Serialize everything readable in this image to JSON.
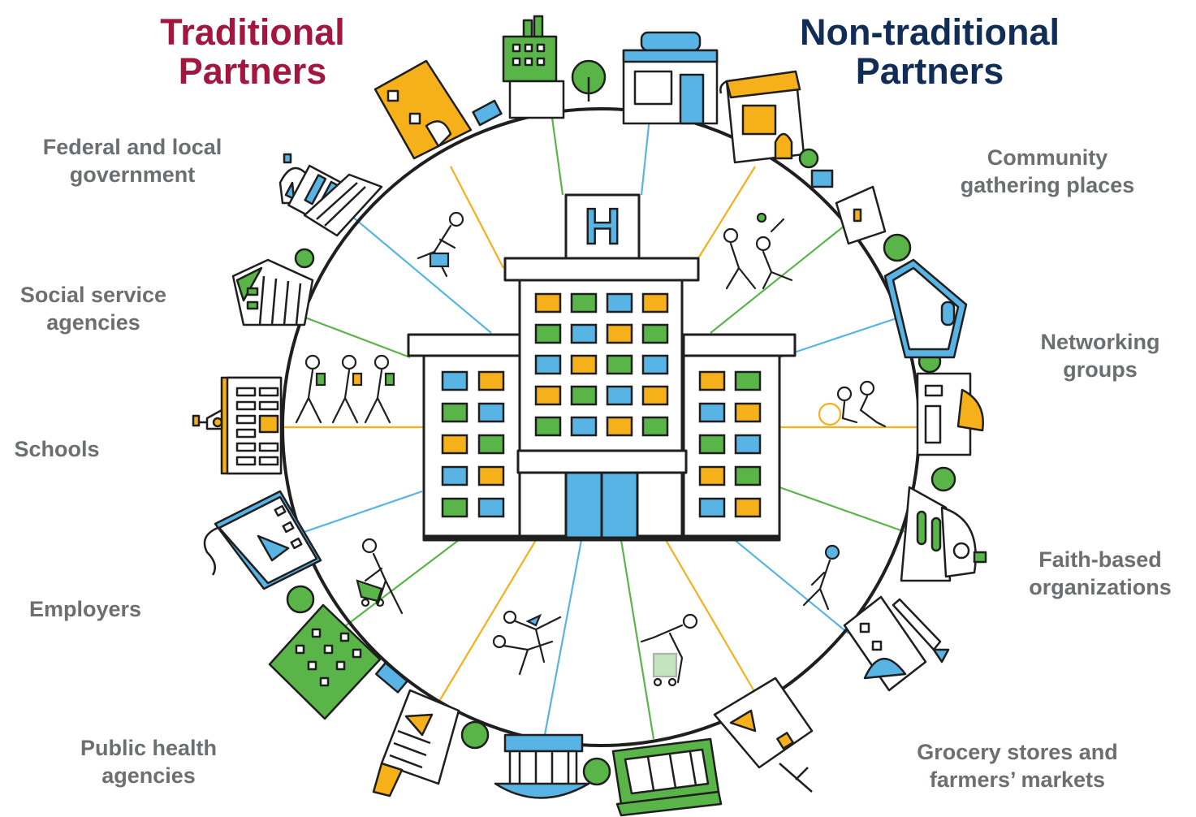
{
  "colors": {
    "traditional": "#a31640",
    "non_traditional": "#0f2d57",
    "label_gray": "#6d6e71",
    "yellow": "#f5b01a",
    "green": "#59b548",
    "blue": "#58b4e5",
    "outline": "#1f1f1f"
  },
  "headings": {
    "traditional": [
      "Traditional",
      "Partners"
    ],
    "non_traditional": [
      "Non-traditional",
      "Partners"
    ]
  },
  "hospital": {
    "sign": "H"
  },
  "traditional_partners": [
    {
      "lines": [
        "Federal and local",
        "government"
      ],
      "icon": "capitol-building-icon"
    },
    {
      "lines": [
        "Social service",
        "agencies"
      ],
      "icon": "columned-agency-building-icon"
    },
    {
      "lines": [
        "Schools"
      ],
      "icon": "school-building-icon"
    },
    {
      "lines": [
        "Employers"
      ],
      "icon": "factory-office-icon"
    },
    {
      "lines": [
        "Public health",
        "agencies"
      ],
      "icon": "public-health-building-icon"
    }
  ],
  "non_traditional_partners": [
    {
      "lines": [
        "Community",
        "gathering places"
      ],
      "icon": "community-center-icon"
    },
    {
      "lines": [
        "Networking",
        "groups"
      ],
      "icon": "cafe-building-icon"
    },
    {
      "lines": [
        "Faith-based",
        "organizations"
      ],
      "icon": "synagogue-icon"
    },
    {
      "lines": [
        "Grocery stores and",
        "farmers’ markets"
      ],
      "icon": "grocery-store-icon"
    }
  ],
  "people_icons": [
    "person-with-briefcase-icon",
    "students-walking-icon",
    "person-with-stroller-icon",
    "people-jogging-icon",
    "person-with-shopping-cart-icon",
    "person-walking-icon",
    "person-helping-wheelchair-user-icon",
    "people-playing-tennis-icon"
  ]
}
